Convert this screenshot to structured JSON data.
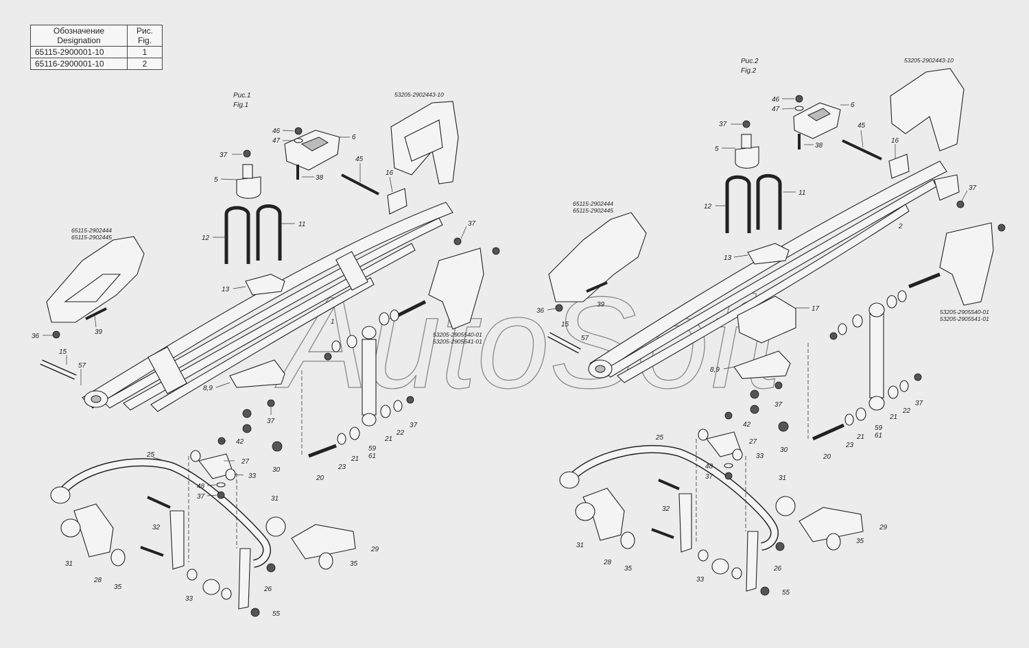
{
  "table": {
    "headers": [
      {
        "line1": "Обозначение",
        "line2": "Designation"
      },
      {
        "line1": "Рис.",
        "line2": "Fig."
      }
    ],
    "rows": [
      {
        "designation": "65115-2900001-10",
        "fig": "1"
      },
      {
        "designation": "65116-2900001-10",
        "fig": "2"
      }
    ]
  },
  "fig1": {
    "caption_ru": "Рис.1",
    "caption_en": "Fig.1",
    "labels": [
      {
        "id": "f1-37a",
        "text": "37"
      },
      {
        "id": "f1-46",
        "text": "46"
      },
      {
        "id": "f1-47",
        "text": "47"
      },
      {
        "id": "f1-6",
        "text": "6"
      },
      {
        "id": "f1-5",
        "text": "5"
      },
      {
        "id": "f1-38",
        "text": "38"
      },
      {
        "id": "f1-45",
        "text": "45"
      },
      {
        "id": "f1-16",
        "text": "16"
      },
      {
        "id": "f1-11",
        "text": "11"
      },
      {
        "id": "f1-12",
        "text": "12"
      },
      {
        "id": "f1-13",
        "text": "13"
      },
      {
        "id": "f1-37b",
        "text": "37"
      },
      {
        "id": "f1-1",
        "text": "1"
      },
      {
        "id": "f1-36",
        "text": "36"
      },
      {
        "id": "f1-39",
        "text": "39"
      },
      {
        "id": "f1-15",
        "text": "15"
      },
      {
        "id": "f1-57",
        "text": "57"
      },
      {
        "id": "f1-89",
        "text": "8,9"
      },
      {
        "id": "f1-37c",
        "text": "37"
      },
      {
        "id": "f1-42",
        "text": "42"
      },
      {
        "id": "f1-30",
        "text": "30"
      },
      {
        "id": "f1-25",
        "text": "25"
      },
      {
        "id": "f1-27",
        "text": "27"
      },
      {
        "id": "f1-33a",
        "text": "33"
      },
      {
        "id": "f1-48",
        "text": "48"
      },
      {
        "id": "f1-37d",
        "text": "37"
      },
      {
        "id": "f1-20",
        "text": "20"
      },
      {
        "id": "f1-23",
        "text": "23"
      },
      {
        "id": "f1-21a",
        "text": "21"
      },
      {
        "id": "f1-59",
        "text": "59"
      },
      {
        "id": "f1-61",
        "text": "61"
      },
      {
        "id": "f1-21b",
        "text": "21"
      },
      {
        "id": "f1-22",
        "text": "22"
      },
      {
        "id": "f1-37e",
        "text": "37"
      },
      {
        "id": "f1-31a",
        "text": "31"
      },
      {
        "id": "f1-32",
        "text": "32"
      },
      {
        "id": "f1-31b",
        "text": "31"
      },
      {
        "id": "f1-28",
        "text": "28"
      },
      {
        "id": "f1-35a",
        "text": "35"
      },
      {
        "id": "f1-29",
        "text": "29"
      },
      {
        "id": "f1-35b",
        "text": "35"
      },
      {
        "id": "f1-26",
        "text": "26"
      },
      {
        "id": "f1-33b",
        "text": "33"
      },
      {
        "id": "f1-55",
        "text": "55"
      }
    ],
    "part_numbers": {
      "bracket_top": "53205-2902443-10",
      "bracket_left_1": "65115-2902444",
      "bracket_left_2": "65115-2902445",
      "bracket_right_1": "53205-2905540-01",
      "bracket_right_2": "53205-2905541-01"
    }
  },
  "fig2": {
    "caption_ru": "Рис.2",
    "caption_en": "Fig.2",
    "labels": [
      {
        "id": "f2-46",
        "text": "46"
      },
      {
        "id": "f2-47",
        "text": "47"
      },
      {
        "id": "f2-6",
        "text": "6"
      },
      {
        "id": "f2-37a",
        "text": "37"
      },
      {
        "id": "f2-45",
        "text": "45"
      },
      {
        "id": "f2-5",
        "text": "5"
      },
      {
        "id": "f2-38",
        "text": "38"
      },
      {
        "id": "f2-16",
        "text": "16"
      },
      {
        "id": "f2-11",
        "text": "11"
      },
      {
        "id": "f2-12",
        "text": "12"
      },
      {
        "id": "f2-37b",
        "text": "37"
      },
      {
        "id": "f2-2",
        "text": "2"
      },
      {
        "id": "f2-13",
        "text": "13"
      },
      {
        "id": "f2-39",
        "text": "39"
      },
      {
        "id": "f2-36",
        "text": "36"
      },
      {
        "id": "f2-15",
        "text": "15"
      },
      {
        "id": "f2-57",
        "text": "57"
      },
      {
        "id": "f2-17",
        "text": "17"
      },
      {
        "id": "f2-89",
        "text": "8,9"
      },
      {
        "id": "f2-37c",
        "text": "37"
      },
      {
        "id": "f2-42",
        "text": "42"
      },
      {
        "id": "f2-30",
        "text": "30"
      },
      {
        "id": "f2-25",
        "text": "25"
      },
      {
        "id": "f2-27",
        "text": "27"
      },
      {
        "id": "f2-33a",
        "text": "33"
      },
      {
        "id": "f2-48",
        "text": "48"
      },
      {
        "id": "f2-37d",
        "text": "37"
      },
      {
        "id": "f2-20",
        "text": "20"
      },
      {
        "id": "f2-23",
        "text": "23"
      },
      {
        "id": "f2-21a",
        "text": "21"
      },
      {
        "id": "f2-59",
        "text": "59"
      },
      {
        "id": "f2-61",
        "text": "61"
      },
      {
        "id": "f2-21b",
        "text": "21"
      },
      {
        "id": "f2-22",
        "text": "22"
      },
      {
        "id": "f2-37e",
        "text": "37"
      },
      {
        "id": "f2-31a",
        "text": "31"
      },
      {
        "id": "f2-32",
        "text": "32"
      },
      {
        "id": "f2-28",
        "text": "28"
      },
      {
        "id": "f2-35a",
        "text": "35"
      },
      {
        "id": "f2-31b",
        "text": "31"
      },
      {
        "id": "f2-29",
        "text": "29"
      },
      {
        "id": "f2-35b",
        "text": "35"
      },
      {
        "id": "f2-33b",
        "text": "33"
      },
      {
        "id": "f2-26",
        "text": "26"
      },
      {
        "id": "f2-55",
        "text": "55"
      }
    ],
    "part_numbers": {
      "bracket_top": "53205-2902443-10",
      "bracket_left_1": "65115-2902444",
      "bracket_left_2": "65115-2902445",
      "bracket_right_1": "53205-2905540-01",
      "bracket_right_2": "53205-2905541-01"
    }
  },
  "watermark": "AutoSoft"
}
